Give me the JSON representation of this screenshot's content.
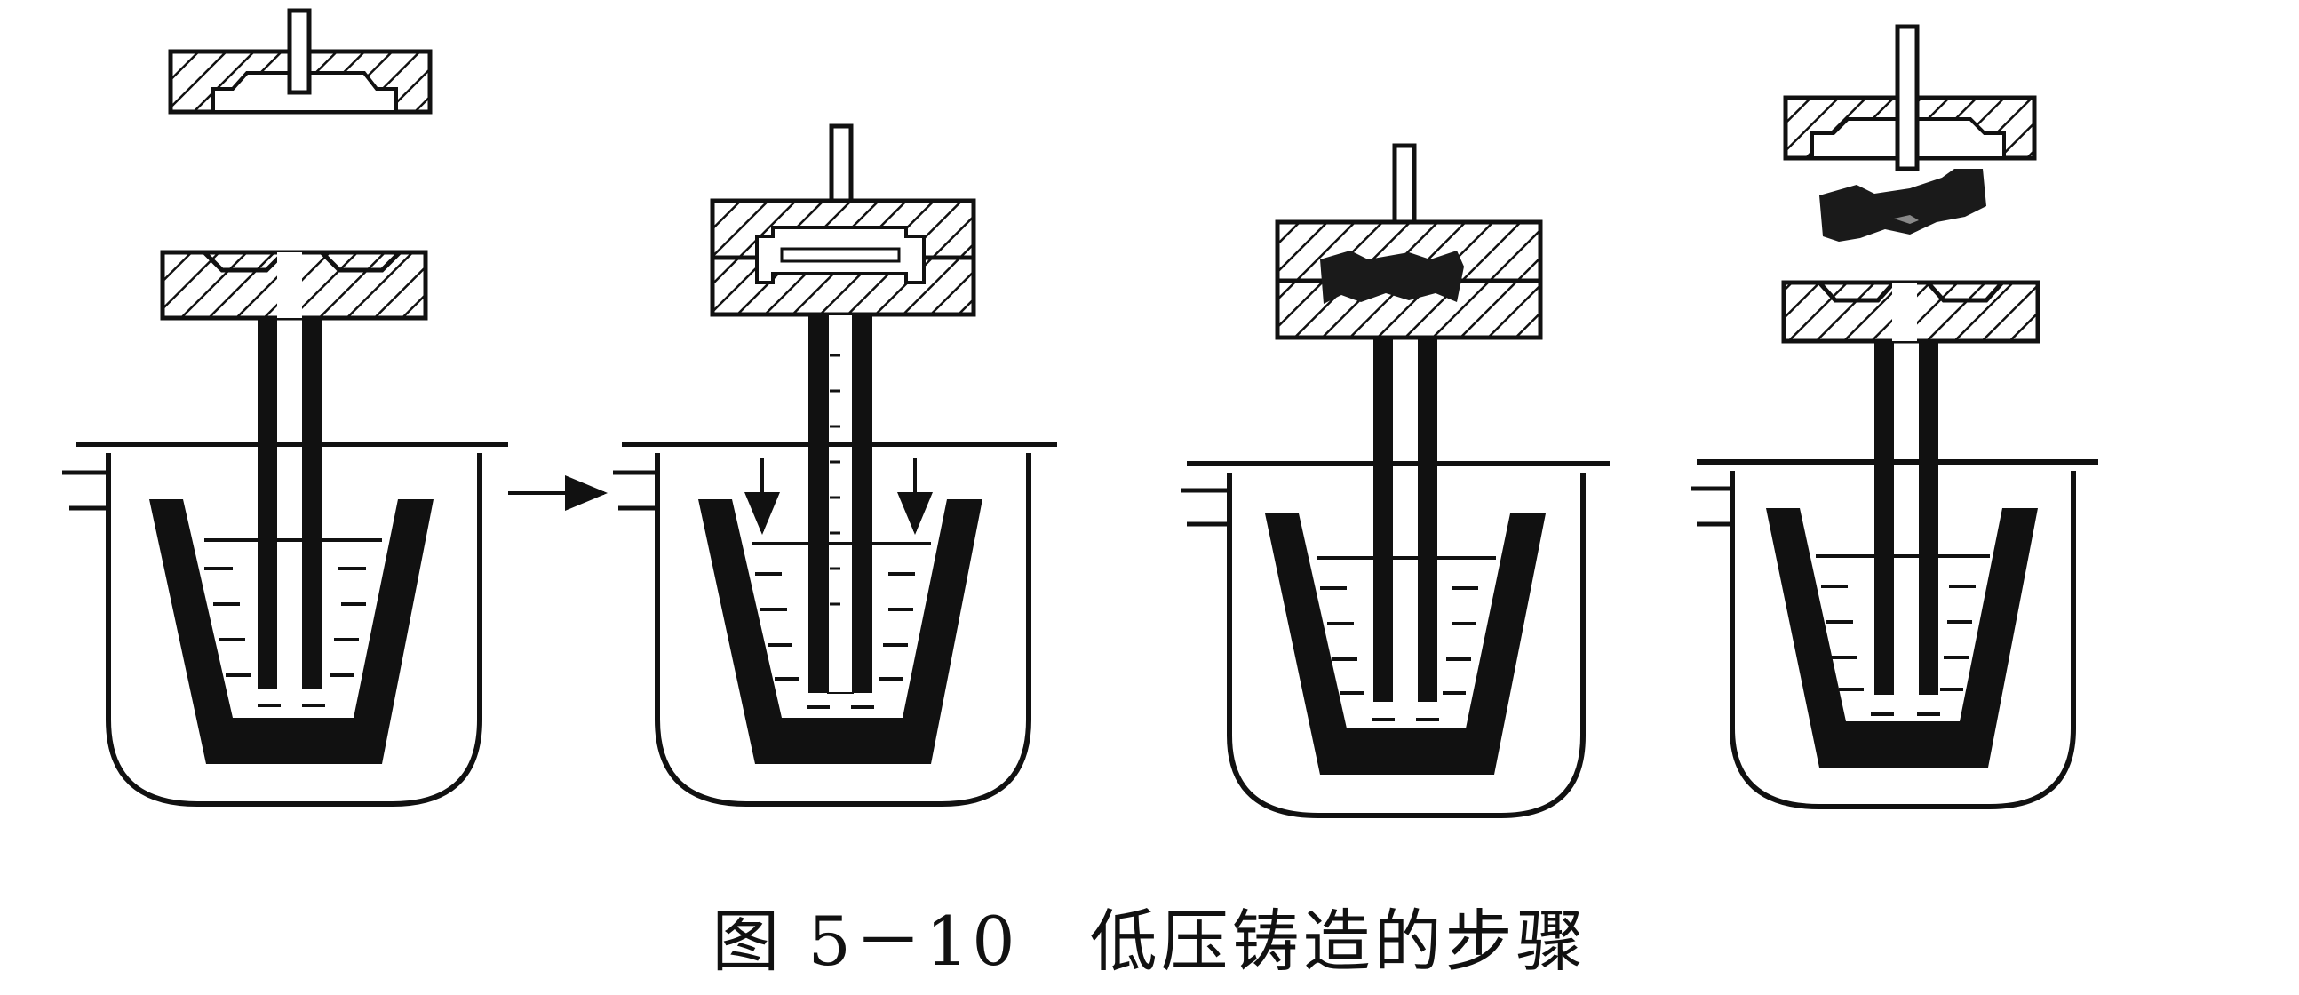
{
  "figure": {
    "caption": "图 5－10　低压铸造的步骤"
  },
  "colors": {
    "ink": "#111111",
    "background": "#ffffff",
    "metal": "#1a1a1a"
  },
  "steps": [
    {
      "mold_state": "open",
      "metal_filled": false,
      "casting_ejected": false
    },
    {
      "mold_state": "closed",
      "metal_filled": true,
      "casting_ejected": false
    },
    {
      "mold_state": "closed",
      "metal_filled": true,
      "casting_ejected": false
    },
    {
      "mold_state": "open",
      "metal_filled": false,
      "casting_ejected": true
    }
  ]
}
